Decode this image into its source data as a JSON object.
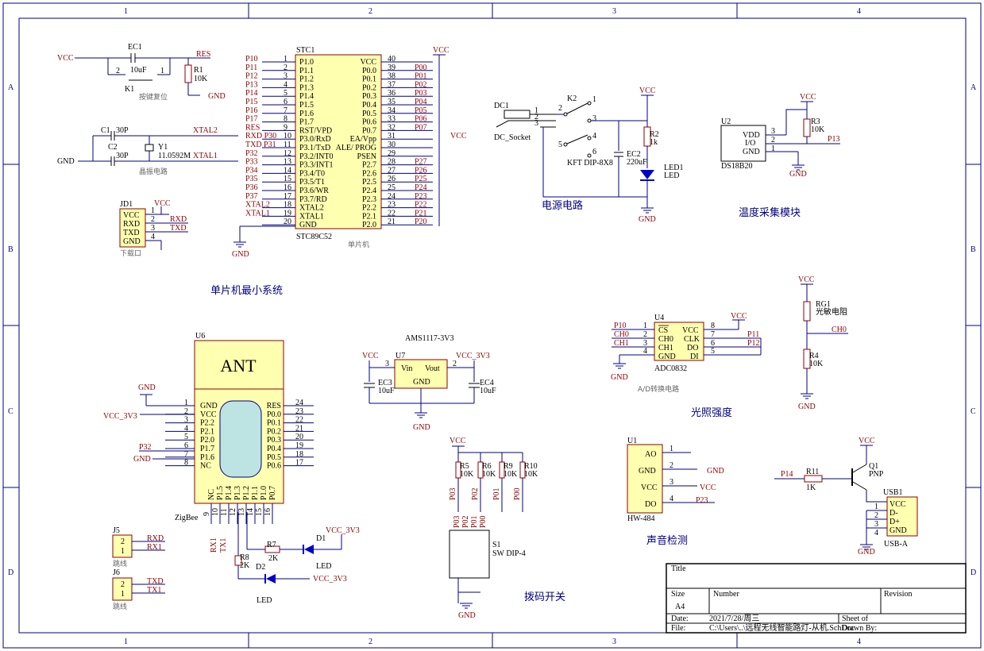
{
  "border": {
    "columns": [
      "1",
      "2",
      "3",
      "4"
    ],
    "rows": [
      "A",
      "B",
      "C",
      "D"
    ]
  },
  "sections": {
    "reset_caption": "按键复位",
    "crystal_caption": "晶振电路",
    "download_caption": "下载口",
    "mcu_caption": "单片机",
    "mcu_system": "单片机最小系统",
    "power": "电源电路",
    "temperature": "温度采集模块",
    "adc_caption": "A/D转换电路",
    "light": "光照强度",
    "sound": "声音检测",
    "dip": "拨码开关",
    "jumper": "跳线"
  },
  "reset": {
    "vcc": "VCC",
    "res": "RES",
    "ec1": "EC1",
    "ec1_value": "10uF",
    "k1": "K1",
    "r1": "R1",
    "r1_value": "10K",
    "gnd": "GND",
    "pin2": "2",
    "pin1": "1"
  },
  "crystal": {
    "c1": "C1",
    "c2": "C2",
    "c_value": "30P",
    "y1": "Y1",
    "y1_value": "11.0592M",
    "xtal2": "XTAL2",
    "xtal1": "XTAL1",
    "gnd": "GND"
  },
  "jd1": {
    "ref": "JD1",
    "pins": [
      "VCC",
      "RXD",
      "TXD",
      "GND"
    ],
    "nums": [
      "1",
      "2",
      "3",
      "4"
    ],
    "vcc": "VCC",
    "rxd": "RXD",
    "txd": "TXD"
  },
  "stc": {
    "ref": "STC1",
    "part": "STC89C52",
    "vcc": "VCC",
    "gnd": "GND",
    "left_names": [
      "P1.0",
      "P1.1",
      "P1.2",
      "P1.3",
      "P1.4",
      "P1.5",
      "P1.6",
      "P1.7",
      "RST/VPD",
      "P3.0/RxD",
      "P3.1/TxD",
      "P3.2/INT0",
      "P3.3/INT1",
      "P3.4/T0",
      "P3.5/T1",
      "P3.6/WR",
      "P3.7/RD",
      "XTAL2",
      "XTAL1",
      "GND"
    ],
    "left_nums": [
      "1",
      "2",
      "3",
      "4",
      "5",
      "6",
      "7",
      "8",
      "9",
      "10",
      "11",
      "12",
      "13",
      "14",
      "15",
      "16",
      "17",
      "18",
      "19",
      "20"
    ],
    "left_nets": [
      "P10",
      "P11",
      "P12",
      "P13",
      "P14",
      "P15",
      "P16",
      "P17",
      "RES",
      "RXD P30",
      "TXD P31",
      "P32",
      "P33",
      "P34",
      "P35",
      "P36",
      "P37",
      "XTAL2",
      "XTAL1",
      ""
    ],
    "right_names": [
      "VCC",
      "P0.0",
      "P0.1",
      "P0.2",
      "P0.3",
      "P0.4",
      "P0.5",
      "P0.6",
      "P0.7",
      "EA/Vpp",
      "ALE/ PROG",
      "PSEN",
      "P2.7",
      "P2.6",
      "P2.5",
      "P2.4",
      "P2.3",
      "P2.2",
      "P2.1",
      "P2.0"
    ],
    "right_nums": [
      "40",
      "39",
      "38",
      "37",
      "36",
      "35",
      "34",
      "33",
      "32",
      "31",
      "30",
      "29",
      "28",
      "27",
      "26",
      "25",
      "24",
      "23",
      "22",
      "21"
    ],
    "right_nets": [
      "",
      "P00",
      "P01",
      "P02",
      "P03",
      "P04",
      "P05",
      "P06",
      "P07",
      "VCC",
      "",
      "",
      "P27",
      "P26",
      "P25",
      "P24",
      "P23",
      "P22",
      "P21",
      "P20"
    ]
  },
  "power": {
    "dc1": "DC1",
    "dc1_part": "DC_Socket",
    "k2": "K2",
    "k2_part": "KFT DIP-8X8",
    "ec2": "EC2",
    "ec2_value": "220uF",
    "r2": "R2",
    "r2_value": "1k",
    "led1": "LED1",
    "led": "LED",
    "vcc": "VCC",
    "gnd": "GND",
    "pins": [
      "1",
      "2",
      "3",
      "1",
      "2",
      "3",
      "4",
      "5",
      "6"
    ]
  },
  "temp": {
    "u2": "U2",
    "part": "DS18B20",
    "pins": [
      "VDD",
      "I/O",
      "GND"
    ],
    "nums": [
      "3",
      "2",
      "1"
    ],
    "r3": "R3",
    "r3_value": "10K",
    "vcc": "VCC",
    "net": "P13",
    "gnd": "GND"
  },
  "light": {
    "vcc": "VCC",
    "rg1": "RG1",
    "rg1_value": "光敏电阻",
    "ch0": "CH0",
    "r4": "R4",
    "r4_value": "10K",
    "gnd": "GND"
  },
  "adc": {
    "ref": "U4",
    "part": "ADC0832",
    "left": [
      "CS",
      "CH0",
      "CH1",
      "GND"
    ],
    "right": [
      "VCC",
      "CLK",
      "DO",
      "DI"
    ],
    "left_nums": [
      "1",
      "2",
      "3",
      "4"
    ],
    "right_nums": [
      "8",
      "7",
      "6",
      "5"
    ],
    "nets_left": [
      "P10",
      "CH0",
      "CH1"
    ],
    "nets_right": [
      "P11",
      "P12"
    ],
    "vcc": "VCC",
    "gnd": "GND"
  },
  "zigbee": {
    "ref": "U6",
    "part": "ZigBee",
    "antenna": "ANT",
    "gnd": "GND",
    "vcc33": "VCC_3V3",
    "p32": "P32",
    "left_names": [
      "GND",
      "VCC",
      "P2.2",
      "P2.1",
      "P2.0",
      "P1.7",
      "P1.6",
      "NC"
    ],
    "left_nums": [
      "1",
      "2",
      "3",
      "4",
      "5",
      "6",
      "7",
      "8"
    ],
    "right_names": [
      "RES",
      "P0.0",
      "P0.1",
      "P0.2",
      "P0.3",
      "P0.4",
      "P0.5",
      "P0.6"
    ],
    "right_nums": [
      "24",
      "23",
      "22",
      "21",
      "20",
      "19",
      "18",
      "17"
    ],
    "bottom_names": [
      "NC",
      "P1.5",
      "P1.4",
      "P1.3",
      "P1.2",
      "P1.1",
      "P1.0",
      "P0.7"
    ],
    "bottom_nums": [
      "9",
      "10",
      "11",
      "12",
      "13",
      "14",
      "15",
      "16"
    ],
    "rx1": "RX1",
    "tx1": "TX1",
    "r8": "R8",
    "r8_value": "2K",
    "r7": "R7",
    "r7_value": "2K",
    "d1": "D1",
    "d2": "D2",
    "led": "LED"
  },
  "ldo": {
    "title": "AMS1117-3V3",
    "ref": "U7",
    "vin": "Vin",
    "vout": "Vout",
    "gnd": "GND",
    "vcc": "VCC",
    "vcc33": "VCC_3V3",
    "ec3": "EC3",
    "ec4": "EC4",
    "cap": "10uF",
    "pin3": "3",
    "pin2": "2"
  },
  "dip": {
    "vcc": "VCC",
    "r": [
      "R5",
      "R6",
      "R9",
      "R10"
    ],
    "r_value": "10K",
    "nets": [
      "P03",
      "P02",
      "P01",
      "P00"
    ],
    "s1": "S1",
    "s1_part": "SW DIP-4",
    "gnd": "GND"
  },
  "sound": {
    "ref": "U1",
    "part": "HW-484",
    "pins": [
      "AO",
      "GND",
      "VCC",
      "DO"
    ],
    "nums": [
      "1",
      "2",
      "3",
      "4"
    ],
    "gnd": "GND",
    "vcc": "VCC",
    "net": "P23"
  },
  "usb": {
    "q1": "Q1",
    "q1_part": "PNP",
    "vcc": "VCC",
    "p14": "P14",
    "r11": "R11",
    "r11_value": "1K",
    "ref": "USB1",
    "part": "USB-A",
    "pins": [
      "VCC",
      "D-",
      "D+",
      "GND"
    ],
    "nums": [
      "1",
      "2",
      "3",
      "4"
    ],
    "gnd": "GND"
  },
  "jumpers": {
    "j5": "J5",
    "j6": "J6",
    "j5_nets": [
      "RXD",
      "RX1"
    ],
    "j6_nets": [
      "TXD",
      "TX1"
    ],
    "nums": [
      "2",
      "1"
    ]
  },
  "title_block": {
    "title": "Title",
    "size": "Size",
    "size_value": "A4",
    "number": "Number",
    "revision": "Revision",
    "date": "Date:",
    "date_value": "2021/7/28/周三",
    "sheet": "Sheet    of",
    "file": "File:",
    "file_value": "C:\\Users\\..\\远程无线智能路灯-从机.SchDoc",
    "drawn": "Drawn By:"
  }
}
